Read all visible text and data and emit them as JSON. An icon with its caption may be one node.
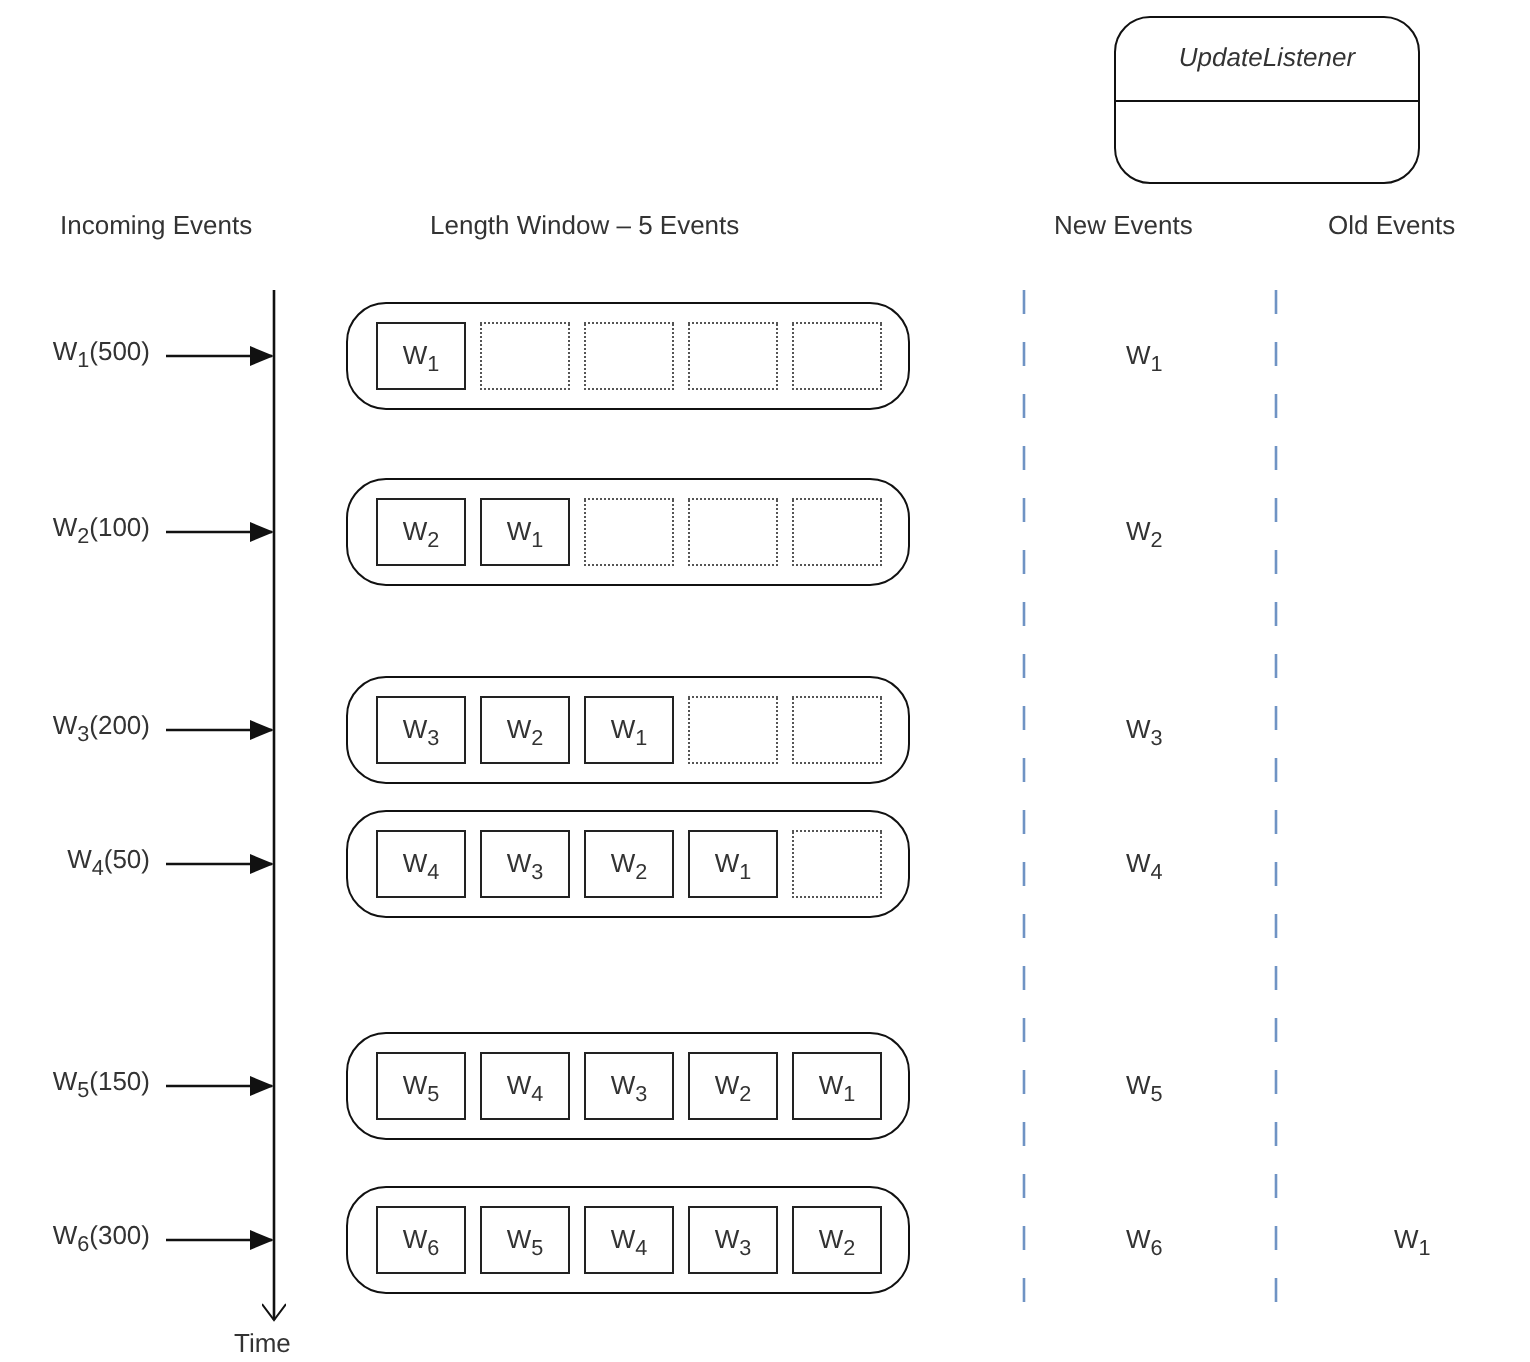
{
  "diagram": {
    "nodes": [
      {
        "text": [
          "UpdateListener"
        ]
      },
      {
        "text": [
          "W$_{1}$(500)"
        ]
      },
      {
        "text": [],
        "shape": "box"
      },
      {
        "text": [
          "W$_{1}$"
        ],
        "in": 2
      },
      {
        "text": [],
        "shape": "box",
        "in": 2
      },
      {
        "text": [],
        "shape": "box",
        "in": 2
      },
      {
        "text": [],
        "shape": "box",
        "in": 2
      },
      {
        "text": [],
        "shape": "box",
        "in": 2
      },
      {
        "text": [
          "W$_{2}$(100)"
        ]
      },
      {
        "text": [],
        "shape": "box"
      },
      {
        "text": [
          "W$_{2}$"
        ],
        "in": 9
      },
      {
        "text": [
          "W$_{1}$"
        ],
        "in": 9
      },
      {
        "text": [],
        "shape": "box",
        "in": 9
      },
      {
        "text": [],
        "shape": "box",
        "in": 9
      },
      {
        "text": [],
        "shape": "box",
        "in": 9
      },
      {
        "text": [
          "W$_{3}$(200)"
        ]
      },
      {
        "text": [],
        "shape": "box"
      },
      {
        "text": [
          "W$_{3}$"
        ],
        "in": 16
      },
      {
        "text": [
          "W$_{2}$"
        ],
        "in": 16
      },
      {
        "text": [
          "W$_{1}$"
        ],
        "in": 16
      },
      {
        "text": [],
        "shape": "box",
        "in": 16
      },
      {
        "text": [],
        "shape": "box",
        "in": 16
      },
      {
        "text": [
          "W$_{4}$(50)"
        ]
      },
      {
        "text": [],
        "shape": "box"
      },
      {
        "text": [
          "W$_{4}$"
        ],
        "in": 23
      },
      {
        "text": [
          "W$_{3}$"
        ],
        "in": 23
      },
      {
        "text": [
          "W$_{2}$"
        ],
        "in": 23
      },
      {
        "text": [
          "W$_{1}$"
        ],
        "in": 23
      },
      {
        "text": [],
        "shape": "box",
        "in": 23
      },
      {
        "text": [
          "W$_{5}$(150)"
        ]
      },
      {
        "text": [],
        "shape": "box"
      },
      {
        "text": [
          "W$_{5}$"
        ],
        "in": 30
      },
      {
        "text": [
          "W$_{4}$"
        ],
        "in": 30
      },
      {
        "text": [
          "W$_{3}$"
        ],
        "in": 30
      },
      {
        "text": [
          "W$_{2}$"
        ],
        "in": 30
      },
      {
        "text": [
          "W$_{1}$"
        ],
        "in": 30
      },
      {
        "text": [
          "W$_{6}$(300)"
        ]
      },
      {
        "text": [],
        "shape": "box"
      },
      {
        "text": [
          "W$_{6}$"
        ],
        "in": 37
      },
      {
        "text": [
          "W$_{5}$"
        ],
        "in": 37
      },
      {
        "text": [
          "W$_{4}$"
        ],
        "in": 37
      },
      {
        "text": [
          "W$_{3}$"
        ],
        "in": 37
      },
      {
        "text": [
          "W$_{2}$"
        ],
        "in": 37
      }
    ],
    "edges": [
      {
        "from": 1,
        "to": null,
        "arrow": "to"
      },
      {
        "from": 8,
        "to": null,
        "arrow": "to"
      },
      {
        "from": 15,
        "to": null,
        "arrow": "to"
      },
      {
        "from": 22,
        "to": null,
        "arrow": "to"
      },
      {
        "from": 29,
        "to": null,
        "arrow": "to"
      },
      {
        "from": 36,
        "to": null,
        "arrow": "to"
      }
    ],
    "labels": [
      "Incoming Events",
      "Length Window – 5 Events",
      "New Events",
      "Old Events",
      "W$_{1}$",
      "W$_{2}$",
      "W$_{3}$",
      "W$_{4}$",
      "W$_{5}$",
      "W$_{6}$",
      "W$_{1}$",
      "Time"
    ]
  }
}
